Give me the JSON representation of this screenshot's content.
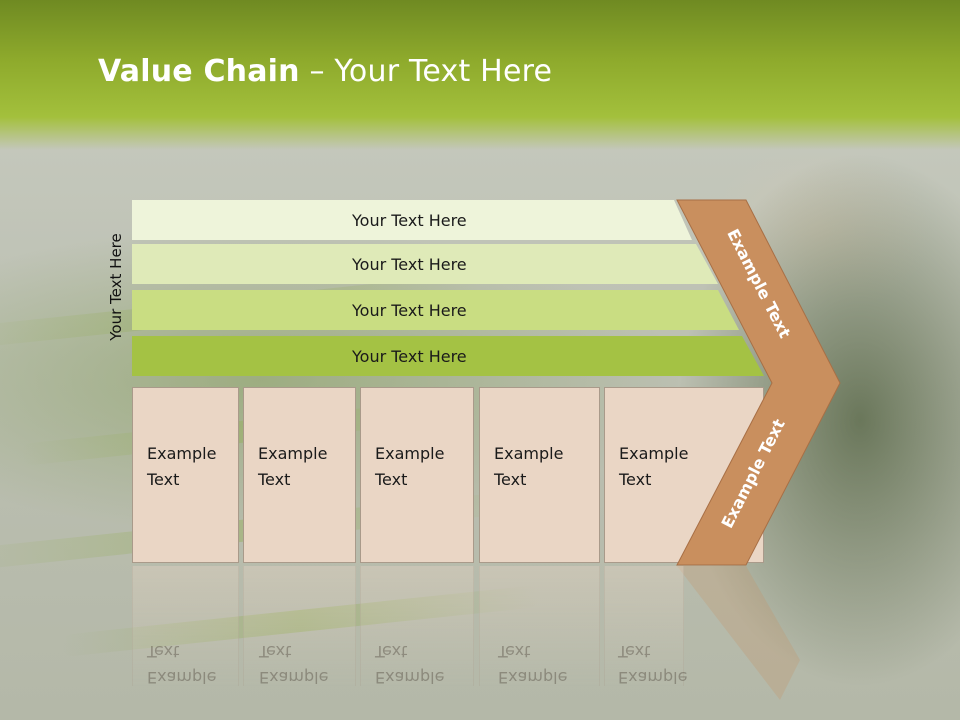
{
  "title": {
    "bold": "Value Chain",
    "rest": " – Your Text Here"
  },
  "side_label": "Your Text Here",
  "bands": [
    {
      "label": "Your Text Here",
      "color": "#eef4da"
    },
    {
      "label": "Your Text Here",
      "color": "#dfeab8"
    },
    {
      "label": "Your Text Here",
      "color": "#c9dd82"
    },
    {
      "label": "Your Text Here",
      "color": "#a4c244"
    }
  ],
  "columns": [
    {
      "line1": "Example",
      "line2": "Text"
    },
    {
      "line1": "Example",
      "line2": "Text"
    },
    {
      "line1": "Example",
      "line2": "Text"
    },
    {
      "line1": "Example",
      "line2": "Text"
    },
    {
      "line1": "Example",
      "line2": "Text"
    }
  ],
  "chevron": {
    "upper_label": "Example Text",
    "lower_label": "Example Text",
    "color": "#c98f5e"
  },
  "colors": {
    "header": "#8eaa2c",
    "column_fill": "#ead6c5"
  }
}
